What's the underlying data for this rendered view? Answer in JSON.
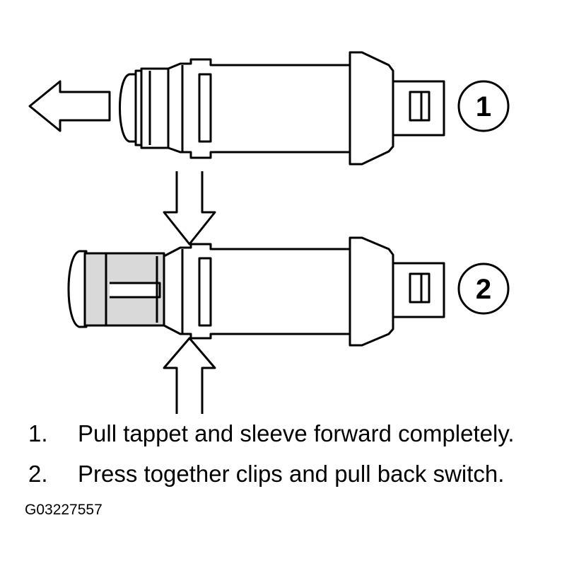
{
  "steps": [
    {
      "number": "1.",
      "text": "Pull tappet and sleeve forward completely."
    },
    {
      "number": "2.",
      "text": "Press together clips and pull back switch."
    }
  ],
  "callouts": [
    "1",
    "2"
  ],
  "figure_id": "G03227557",
  "colors": {
    "stroke": "#000000",
    "fill": "#ffffff",
    "sleeve": "#d9d9d9"
  }
}
